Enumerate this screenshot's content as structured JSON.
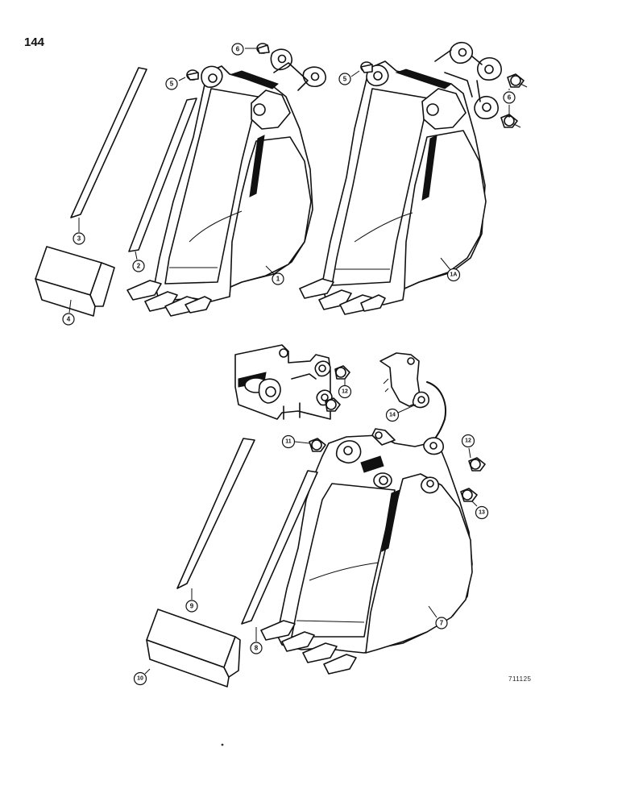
{
  "page": {
    "number": "144",
    "figure_id": "711125"
  },
  "callouts": [
    {
      "id": "c1",
      "label": "1"
    },
    {
      "id": "c1a",
      "label": "1A"
    },
    {
      "id": "c2",
      "label": "2"
    },
    {
      "id": "c3",
      "label": "3"
    },
    {
      "id": "c4",
      "label": "4"
    },
    {
      "id": "c5a",
      "label": "5"
    },
    {
      "id": "c5b",
      "label": "5"
    },
    {
      "id": "c6a",
      "label": "6"
    },
    {
      "id": "c6b",
      "label": "6"
    },
    {
      "id": "c7",
      "label": "7"
    },
    {
      "id": "c8",
      "label": "8"
    },
    {
      "id": "c9",
      "label": "9"
    },
    {
      "id": "c10",
      "label": "10"
    },
    {
      "id": "c11",
      "label": "11"
    },
    {
      "id": "c12a",
      "label": "12"
    },
    {
      "id": "c12b",
      "label": "12"
    },
    {
      "id": "c13",
      "label": "13"
    },
    {
      "id": "c14",
      "label": "14"
    }
  ]
}
